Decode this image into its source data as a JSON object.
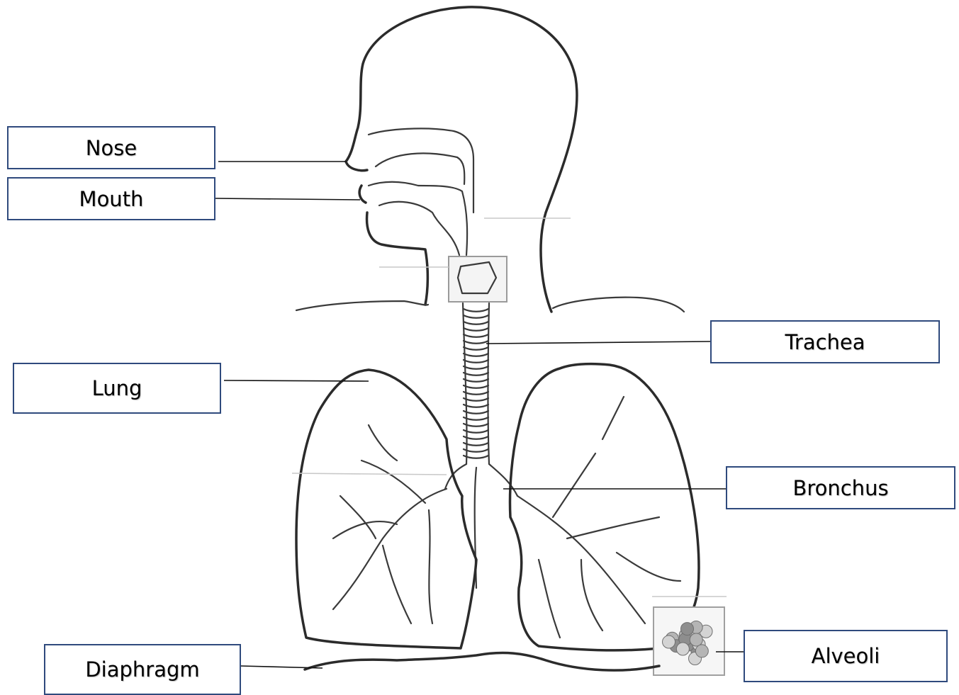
{
  "labels": {
    "nose": "Nose",
    "mouth": "Mouth",
    "lung": "Lung",
    "trachea": "Trachea",
    "bronchus": "Bronchus",
    "alveoli": "Alveoli",
    "diaphragm": "Diaphragm"
  },
  "colors": {
    "box_border": "#2f4a7d",
    "outline": "#2b2b2b"
  }
}
